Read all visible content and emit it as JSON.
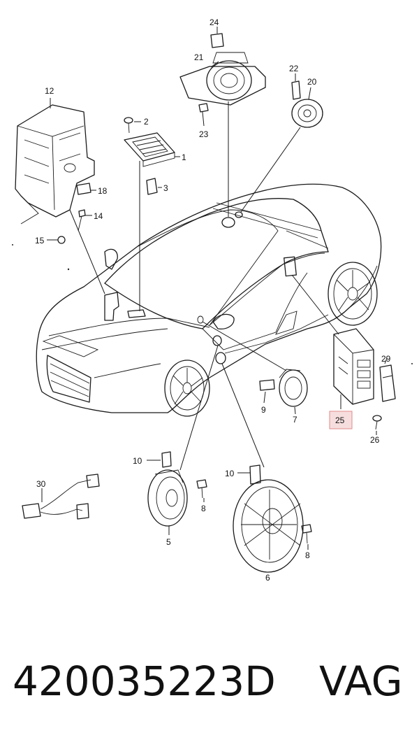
{
  "diagram": {
    "callouts": {
      "c24": "24",
      "c21": "21",
      "c23": "23",
      "c22": "22",
      "c20": "20",
      "c12": "12",
      "c2": "2",
      "c1": "1",
      "c3": "3",
      "c18": "18",
      "c14": "14",
      "c15": "15",
      "c29": "29",
      "c9": "9",
      "c7": "7",
      "c25": "25",
      "c26": "26",
      "c10a": "10",
      "c10b": "10",
      "c8a": "8",
      "c8b": "8",
      "c30": "30",
      "c5": "5",
      "c6": "6"
    },
    "highlighted_callout": "25",
    "highlight_color": "#f6dede"
  },
  "footer": {
    "part_number": "420035223D",
    "brand": "VAG"
  }
}
